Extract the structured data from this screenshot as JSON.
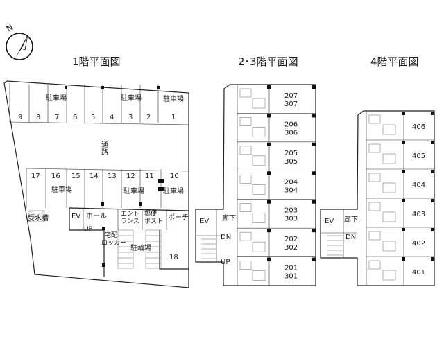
{
  "compass": {
    "label": "N"
  },
  "floor1": {
    "title": "1階平面図",
    "parking_top_numbers": [
      "9",
      "8",
      "7",
      "6",
      "5",
      "4",
      "3",
      "2",
      "1"
    ],
    "parking_bottom_numbers": [
      "17",
      "16",
      "15",
      "14",
      "13",
      "12",
      "11",
      "10"
    ],
    "parking_label": "駐車場",
    "passage": [
      "通",
      "路"
    ],
    "water_tank": "受水槽",
    "ev": "EV",
    "hall": "ホール",
    "entrance": [
      "エント",
      "ランス"
    ],
    "mailbox": [
      "郵便",
      "ポスト"
    ],
    "porch": "ポーチ",
    "up": "UP",
    "delivery_locker": [
      "宅配",
      "ロッカー"
    ],
    "bike_parking": "駐輪場",
    "bike_number": "18"
  },
  "floor23": {
    "title": "2･3階平面図",
    "ev": "EV",
    "corridor": "廊下",
    "dn": "DN",
    "up": "UP",
    "units": [
      [
        "207",
        "307"
      ],
      [
        "206",
        "306"
      ],
      [
        "205",
        "305"
      ],
      [
        "204",
        "304"
      ],
      [
        "203",
        "303"
      ],
      [
        "202",
        "302"
      ],
      [
        "201",
        "301"
      ]
    ]
  },
  "floor4": {
    "title": "4階平面図",
    "ev": "EV",
    "corridor": "廊下",
    "dn": "DN",
    "units": [
      "406",
      "405",
      "404",
      "403",
      "402",
      "401"
    ]
  }
}
